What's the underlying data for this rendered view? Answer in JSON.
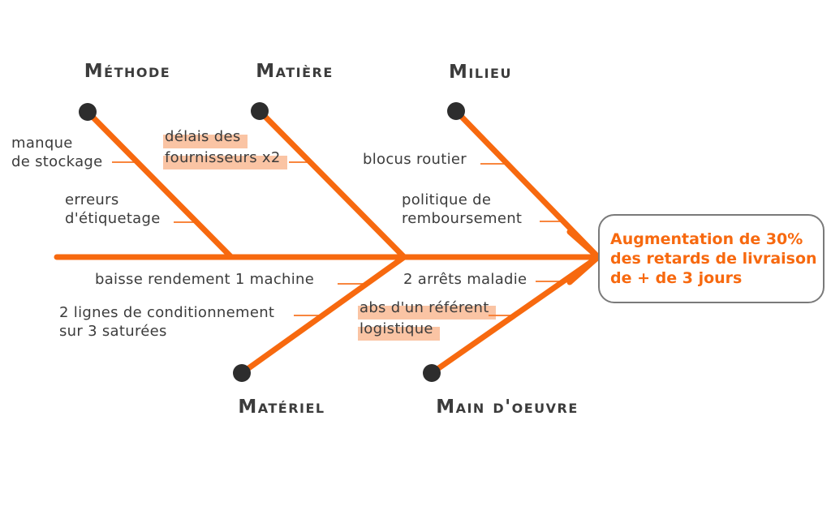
{
  "colors": {
    "accent": "#F7690F",
    "highlight": "rgba(243,124,52,0.45)",
    "text": "#3C3C3C",
    "node": "#2D2D2D",
    "box_border": "#7A7A7A",
    "background": "#FFFFFF"
  },
  "categories": [
    {
      "label": "Méthode",
      "position": "top"
    },
    {
      "label": "Matière",
      "position": "top"
    },
    {
      "label": "Milieu",
      "position": "top"
    },
    {
      "label": "Matériel",
      "position": "bottom"
    },
    {
      "label": "Main d'oeuvre",
      "position": "bottom"
    }
  ],
  "causes": {
    "manque_stockage": {
      "category": "Méthode",
      "highlighted": false,
      "lines": [
        "manque",
        "de stockage"
      ]
    },
    "erreurs_etiquetage": {
      "category": "Méthode",
      "highlighted": false,
      "lines": [
        "erreurs",
        "d'étiquetage"
      ]
    },
    "delais_fournisseurs": {
      "category": "Matière",
      "highlighted": true,
      "lines": [
        "délais des",
        "fournisseurs x2"
      ]
    },
    "blocus_routier": {
      "category": "Milieu",
      "highlighted": false,
      "lines": [
        "blocus routier"
      ]
    },
    "politique_remboursement": {
      "category": "Milieu",
      "highlighted": false,
      "lines": [
        "politique de",
        "remboursement"
      ]
    },
    "baisse_rendement": {
      "category": "Matériel",
      "highlighted": false,
      "lines": [
        "baisse rendement 1 machine"
      ]
    },
    "lignes_conditionnement": {
      "category": "Matériel",
      "highlighted": false,
      "lines": [
        "2 lignes de conditionnement",
        "sur 3 saturées"
      ]
    },
    "arrets_maladie": {
      "category": "Main d'oeuvre",
      "highlighted": false,
      "lines": [
        "2 arrêts maladie"
      ]
    },
    "abs_referent": {
      "category": "Main d'oeuvre",
      "highlighted": true,
      "lines": [
        "abs d'un référent",
        "logistique"
      ]
    }
  },
  "effect": {
    "lines": [
      "Augmentation de 30%",
      "des retards de livraison",
      "de + de 3 jours"
    ]
  }
}
